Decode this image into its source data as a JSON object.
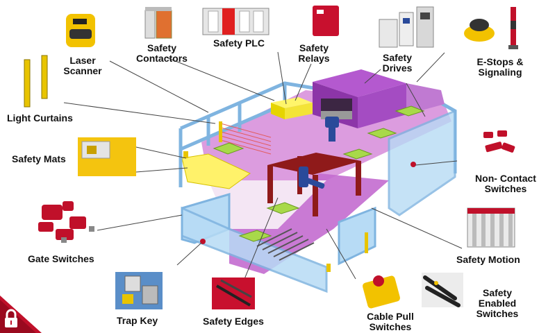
{
  "labels": {
    "laser_scanner": "Laser\nScanner",
    "safety_contactors": "Safety\nContactors",
    "safety_plc": "Safety PLC",
    "safety_relays": "Safety\nRelays",
    "safety_drives": "Safety\nDrives",
    "estops_signaling": "E-Stops &\nSignaling",
    "light_curtains": "Light Curtains",
    "safety_mats": "Safety Mats",
    "non_contact_switches": "Non- Contact\nSwitches",
    "gate_switches": "Gate Switches",
    "safety_motion": "Safety Motion",
    "trap_key": "Trap Key",
    "safety_edges": "Safety Edges",
    "cable_pull_switches": "Cable Pull\nSwitches",
    "safety_enabled_switches": "Safety\nEnabled\nSwitches"
  },
  "icons": {
    "corner": "lock-icon"
  },
  "colors": {
    "rail_blue": "#a9d3f2",
    "floor_purple": "#cf7fd6",
    "machine_purple": "#9a3fb5",
    "frame_red": "#8f1a1a",
    "mat_yellow": "#fff26a",
    "accent_red": "#c0102a"
  }
}
